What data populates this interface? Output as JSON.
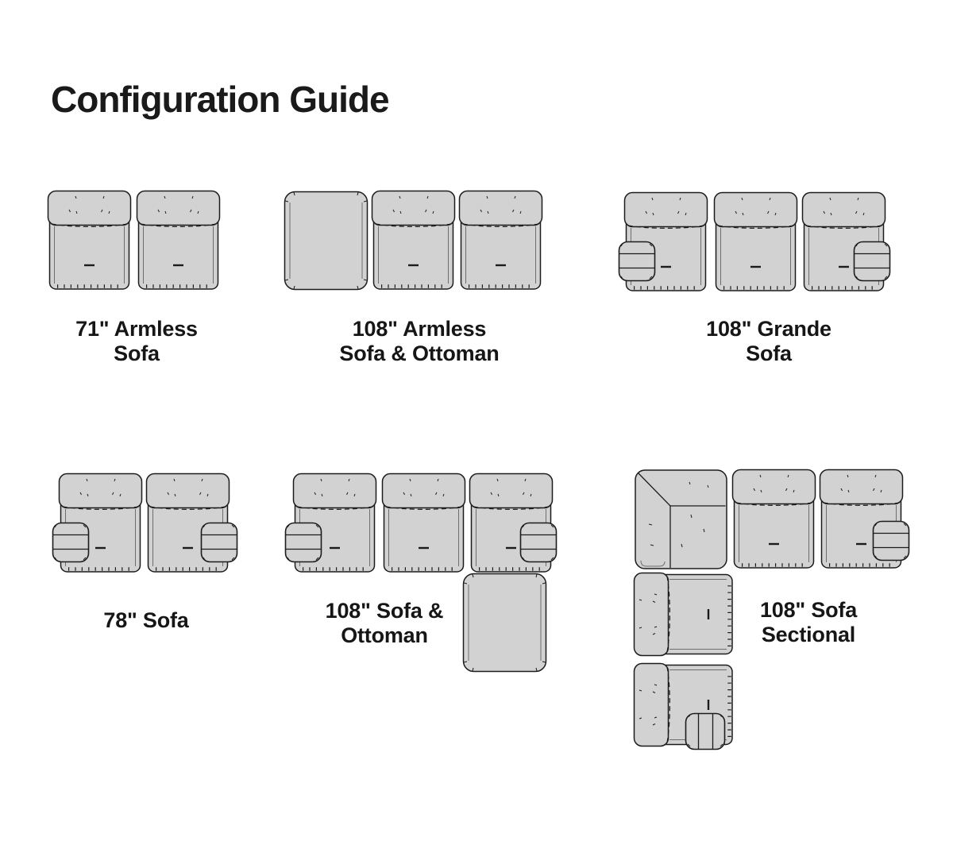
{
  "page": {
    "title": "Configuration Guide",
    "background_color": "#ffffff",
    "text_color": "#161616",
    "diagram_fill_color": "#d2d2d2",
    "diagram_stroke_color": "#1c1c1c"
  },
  "configurations": [
    {
      "name": "71-inch-armless-sofa",
      "label_lines": [
        "71\" Armless",
        "Sofa"
      ],
      "modules": [
        "armless-seat",
        "armless-seat"
      ]
    },
    {
      "name": "108-inch-armless-sofa-and-ottoman",
      "label_lines": [
        "108\" Armless",
        "Sofa & Ottoman"
      ],
      "modules": [
        "ottoman",
        "armless-seat",
        "armless-seat"
      ]
    },
    {
      "name": "108-inch-grande-sofa",
      "label_lines": [
        "108\" Grande",
        "Sofa"
      ],
      "modules": [
        "left-arm",
        "armless-seat",
        "armless-seat",
        "armless-seat",
        "right-arm"
      ]
    },
    {
      "name": "78-inch-sofa",
      "label_lines": [
        "78\" Sofa"
      ],
      "modules": [
        "left-arm",
        "armless-seat",
        "armless-seat",
        "right-arm"
      ]
    },
    {
      "name": "108-inch-sofa-and-ottoman",
      "label_lines": [
        "108\" Sofa &",
        "Ottoman"
      ],
      "modules": [
        "left-arm",
        "armless-seat",
        "armless-seat",
        "armless-seat",
        "right-arm",
        "ottoman-below-right-seat"
      ]
    },
    {
      "name": "108-inch-sofa-sectional",
      "label_lines": [
        "108\" Sofa",
        "Sectional"
      ],
      "modules": [
        "corner-seat",
        "armless-seat",
        "armless-seat",
        "right-arm",
        "left-facing-seat",
        "left-facing-seat",
        "end-arm"
      ]
    }
  ]
}
